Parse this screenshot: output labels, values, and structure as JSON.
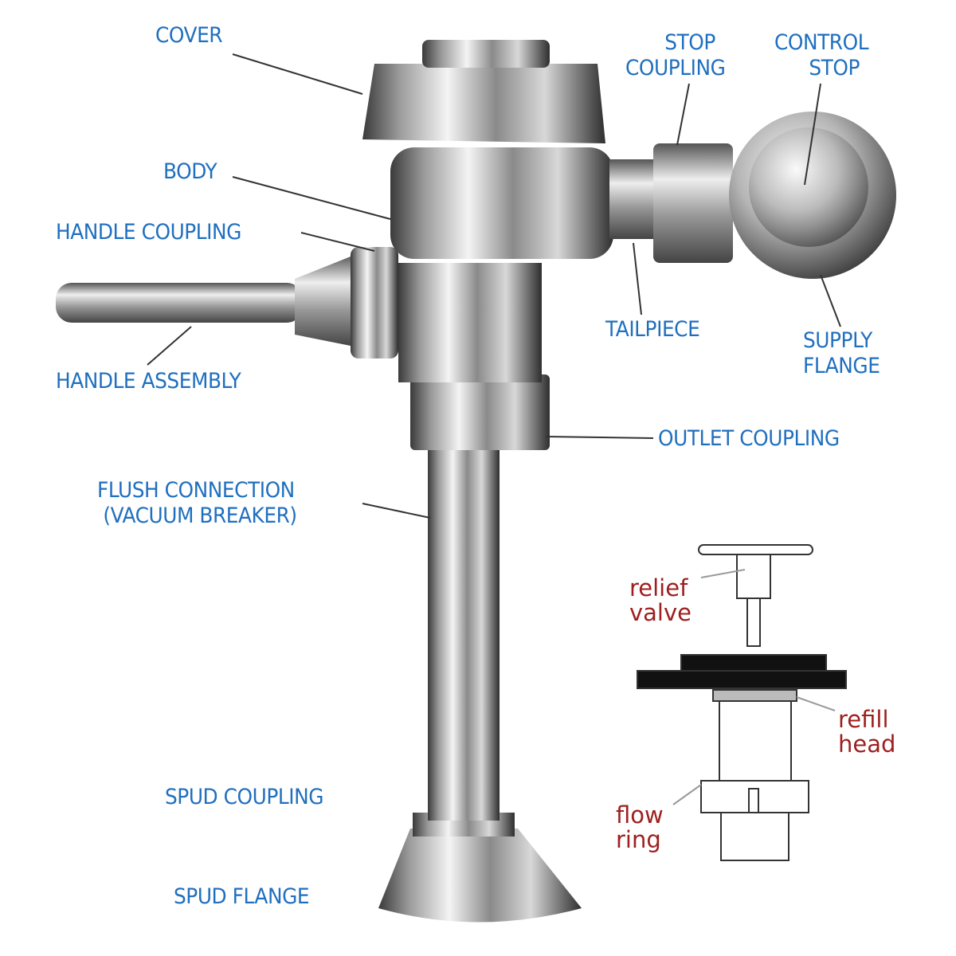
{
  "colors": {
    "label_blue": "#1f6fbf",
    "label_red": "#9e1f1f"
  },
  "labels": {
    "cover": "COVER",
    "stop_coupling": [
      "STOP",
      "COUPLING"
    ],
    "control_stop": [
      "CONTROL",
      "STOP"
    ],
    "body": "BODY",
    "handle_coupling": "HANDLE COUPLING",
    "tailpiece": "TAILPIECE",
    "supply_flange": [
      "SUPPLY",
      "FLANGE"
    ],
    "handle_assembly": "HANDLE ASSEMBLY",
    "outlet_coupling": "OUTLET COUPLING",
    "flush_connection": [
      "FLUSH CONNECTION",
      "(VACUUM BREAKER)"
    ],
    "spud_coupling": "SPUD COUPLING",
    "spud_flange": "SPUD FLANGE"
  },
  "inset_labels": {
    "relief_valve": [
      "relief",
      "valve"
    ],
    "refill_head": [
      "refill",
      "head"
    ],
    "flow_ring": [
      "flow",
      "ring"
    ]
  }
}
